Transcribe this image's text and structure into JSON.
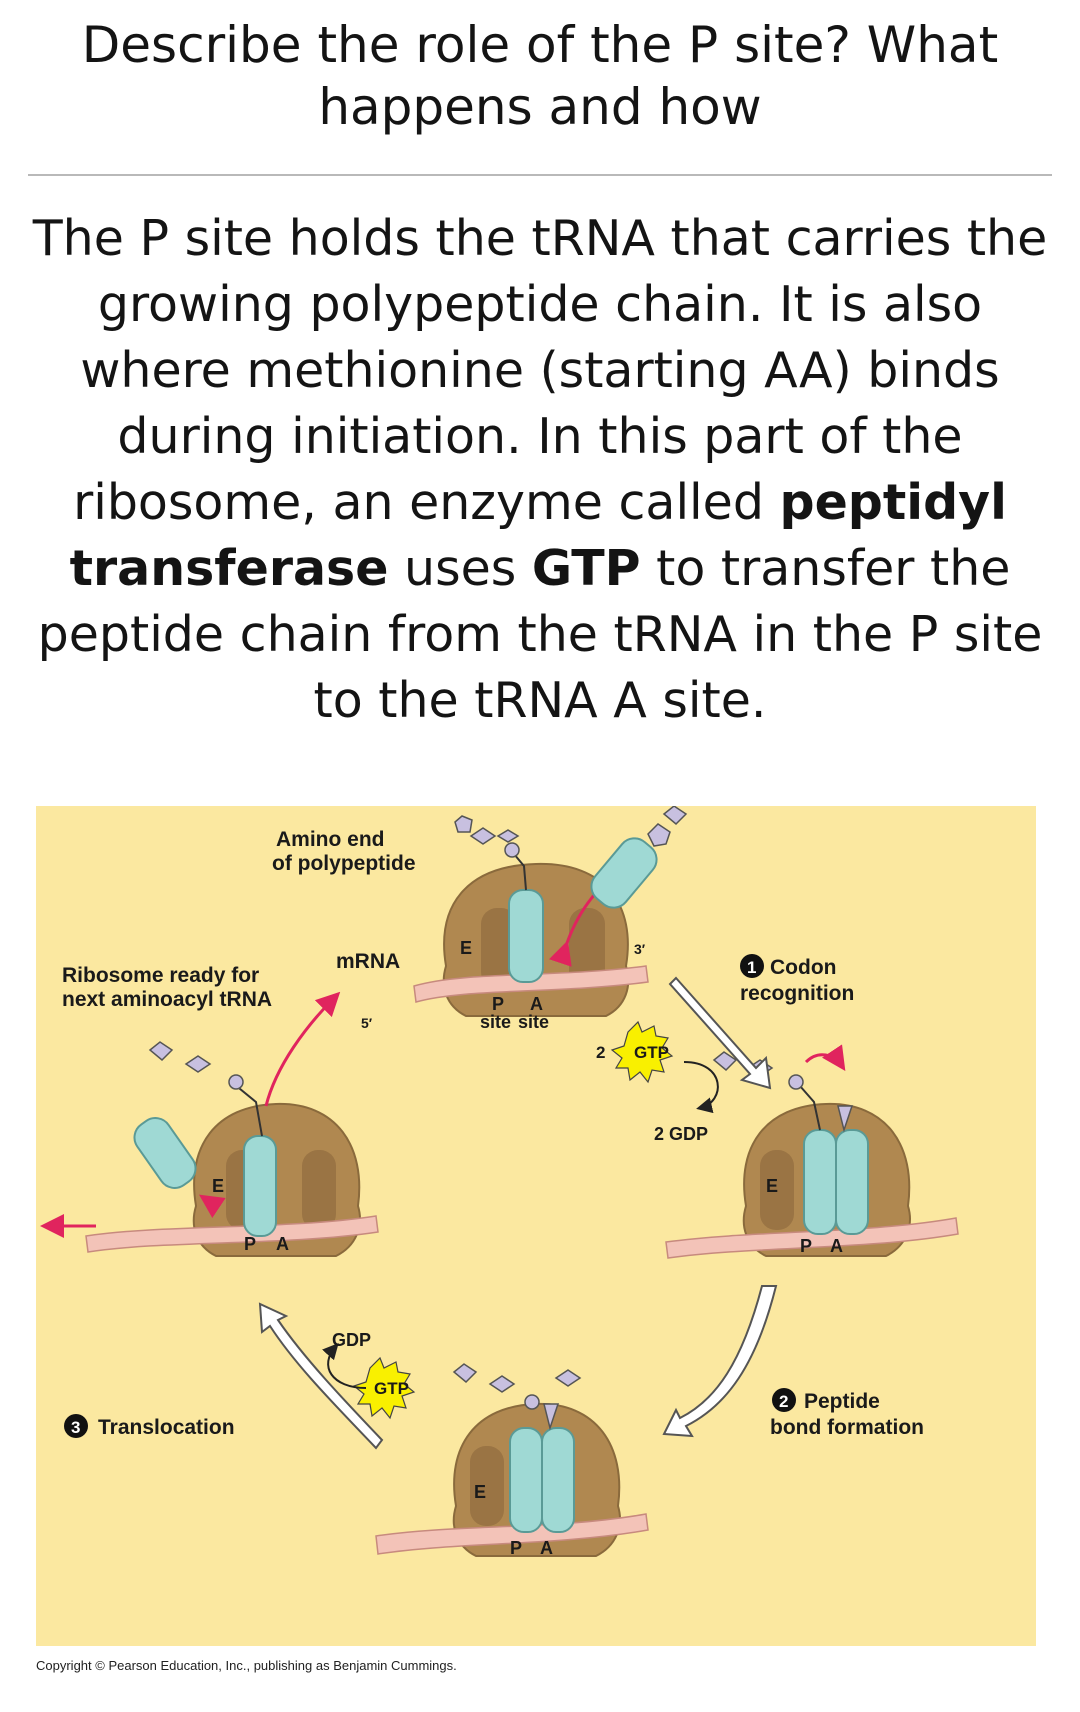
{
  "question": "Describe the role of the P site? What happens and how",
  "answer": {
    "p1": "The P site holds the tRNA that carries the growing polypeptide chain.  It is also where methionine (starting AA) binds during initiation.  In this part of the ribosome, an enzyme called ",
    "b1": "peptidyl transferase",
    "p2": " uses ",
    "b2": "GTP",
    "p3": " to transfer the peptide chain from the tRNA in the P site to the tRNA A site."
  },
  "figure": {
    "amino_end_1": "Amino end",
    "amino_end_2": "of polypeptide",
    "mrna": "mRNA",
    "five_prime": "5′",
    "three_prime": "3′",
    "e_label": "E",
    "p_label": "P",
    "a_label": "A",
    "site_label": "site",
    "ready_1": "Ribosome ready for",
    "ready_2": "next aminoacyl tRNA",
    "step1_num": "1",
    "step1_1": "Codon",
    "step1_2": "recognition",
    "step2_num": "2",
    "step2_1": "Peptide",
    "step2_2": "bond formation",
    "step3_num": "3",
    "step3": "Translocation",
    "gtp": "GTP",
    "gdp": "GDP",
    "two_gtp_num": "2",
    "two_gdp": "2 GDP"
  },
  "copyright": "Copyright © Pearson Education, Inc., publishing as Benjamin Cummings.",
  "colors": {
    "background": "#fbe8a0",
    "ribosome": "#b08850",
    "trna": "#9fd9d4",
    "mrna": "#f3c3b8",
    "arrow_red": "#e0245e",
    "gtp_star": "#f9f000",
    "amino_acid": "#c8c0e0"
  }
}
